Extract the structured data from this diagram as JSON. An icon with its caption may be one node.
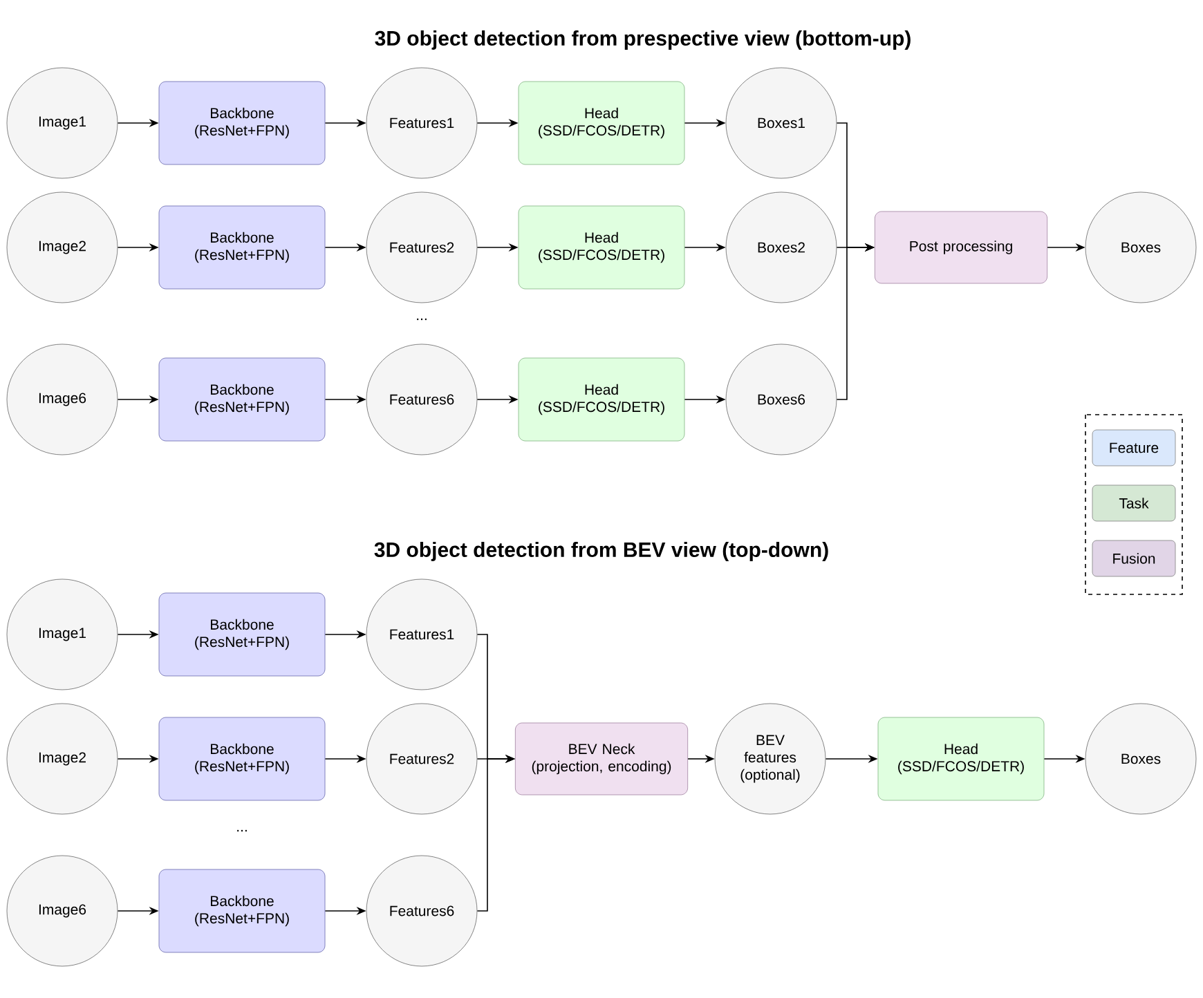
{
  "diagram": {
    "title": "3D object detection from prespective view (bottom-up)",
    "nodes": [
      {
        "text": [
          "Image1"
        ]
      },
      {
        "text": [
          "Backbone (ResNet+FPN)"
        ]
      },
      {
        "text": [
          "Features1"
        ]
      },
      {
        "text": [
          "Head (SSD/FCOS/DETR)"
        ]
      },
      {
        "text": [
          "Boxes1"
        ]
      },
      {
        "text": [
          "Image2"
        ]
      },
      {
        "text": [
          "Backbone (ResNet+FPN)"
        ]
      },
      {
        "text": [
          "Features2"
        ]
      },
      {
        "text": [
          "Head (SSD/FCOS/DETR)"
        ]
      },
      {
        "text": [
          "Boxes2"
        ]
      },
      {
        "text": [
          "Image6"
        ]
      },
      {
        "text": [
          "Backbone (ResNet+FPN)"
        ]
      },
      {
        "text": [
          "Features6"
        ]
      },
      {
        "text": [
          "Head (SSD/FCOS/DETR)"
        ]
      },
      {
        "text": [
          "Boxes6"
        ]
      },
      {
        "text": [
          "Post processing"
        ]
      },
      {
        "text": [
          "Boxes"
        ]
      },
      {
        "text": [
          "Image1"
        ]
      },
      {
        "text": [
          "Backbone (ResNet+FPN)"
        ]
      },
      {
        "text": [
          "Features1"
        ]
      },
      {
        "text": [
          "Image2"
        ]
      },
      {
        "text": [
          "Backbone (ResNet+FPN)"
        ]
      },
      {
        "text": [
          "Features2"
        ]
      },
      {
        "text": [
          "Image6"
        ]
      },
      {
        "text": [
          "Backbone (ResNet+FPN)"
        ]
      },
      {
        "text": [
          "Features6"
        ]
      },
      {
        "text": [
          "BEV Neck (projection, encoding)"
        ]
      },
      {
        "text": [
          "BEV features (optional)"
        ]
      },
      {
        "text": [
          "Head (SSD/FCOS/DETR)"
        ]
      },
      {
        "text": [
          "Boxes"
        ]
      }
    ],
    "edges": [
      {
        "from": 0,
        "to": 1,
        "arrow": "to"
      },
      {
        "from": 1,
        "to": 2,
        "arrow": "to"
      },
      {
        "from": 2,
        "to": 3,
        "arrow": "to"
      },
      {
        "from": 3,
        "to": 4,
        "arrow": "to"
      },
      {
        "from": 5,
        "to": 6,
        "arrow": "to"
      },
      {
        "from": 6,
        "to": 7,
        "arrow": "to"
      },
      {
        "from": 7,
        "to": 8,
        "arrow": "to"
      },
      {
        "from": 8,
        "to": 9,
        "arrow": "to"
      },
      {
        "from": 10,
        "to": 11,
        "arrow": "to"
      },
      {
        "from": 11,
        "to": 12,
        "arrow": "to"
      },
      {
        "from": 12,
        "to": 13,
        "arrow": "to"
      },
      {
        "from": 13,
        "to": 14,
        "arrow": "to"
      },
      {
        "from": 4,
        "to": 15,
        "arrow": "to"
      },
      {
        "from": 9,
        "to": 15,
        "arrow": "to"
      },
      {
        "from": 14,
        "to": 15,
        "arrow": "to"
      },
      {
        "from": 15,
        "to": 16,
        "arrow": "to"
      },
      {
        "from": 17,
        "to": 18,
        "arrow": "to"
      },
      {
        "from": 18,
        "to": 19,
        "arrow": "to"
      },
      {
        "from": 20,
        "to": 21,
        "arrow": "to"
      },
      {
        "from": 21,
        "to": 22,
        "arrow": "to"
      },
      {
        "from": 23,
        "to": 24,
        "arrow": "to"
      },
      {
        "from": 24,
        "to": 25,
        "arrow": "to"
      },
      {
        "from": 19,
        "to": 26,
        "arrow": "to"
      },
      {
        "from": 22,
        "to": 26,
        "arrow": "to"
      },
      {
        "from": 25,
        "to": 26,
        "arrow": "to"
      },
      {
        "from": 26,
        "to": 27,
        "arrow": "to"
      },
      {
        "from": 27,
        "to": 28,
        "arrow": "to"
      },
      {
        "from": 28,
        "to": 29,
        "arrow": "to"
      }
    ],
    "labels": [
      "...",
      "3D object detection from BEV view (top-down)",
      "..."
    ],
    "legend": [
      {
        "text": "Feature",
        "color": "#dae8fc"
      },
      {
        "text": "Task",
        "color": "#d5e8d4"
      },
      {
        "text": "Fusion",
        "color": "#e1d5e7"
      }
    ]
  }
}
